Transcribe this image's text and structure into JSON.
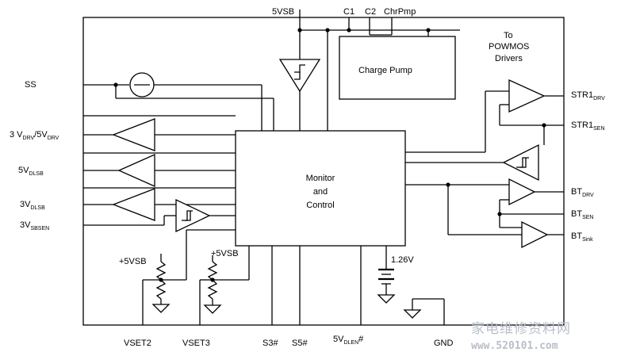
{
  "left_labels": {
    "ss": "SS",
    "v3": "3 V",
    "v3_sub": "DRV",
    "v3_sep": "/5V",
    "v3_sub2": "DRV",
    "v5dlsb": "5V",
    "v5dlsb_sub": "DLSB",
    "v3dlsb": "3V",
    "v3dlsb_sub": "DLSB",
    "v3sbsen": "3V",
    "v3sbsen_sub": "SBSEN"
  },
  "top_labels": {
    "vsb": "5VSB",
    "c1": "C1",
    "c2": "C2",
    "chrpmp": "ChrPmp"
  },
  "right_labels": {
    "to": "To",
    "powmos": "POWMOS",
    "drivers": "Drivers",
    "str1drv": "STR1",
    "str1drv_sub": "DRV",
    "str1sen": "STR1",
    "str1sen_sub": "SEN",
    "btdrv": "BT",
    "btdrv_sub": "DRV",
    "btsen": "BT",
    "btsen_sub": "SEN",
    "btsink": "BT",
    "btsink_sub": "Sink"
  },
  "blocks": {
    "charge_pump": "Charge Pump",
    "monitor_1": "Monitor",
    "monitor_2": "and",
    "monitor_3": "Control"
  },
  "inner_labels": {
    "vsb_a": "+5VSB",
    "vsb_b": "+5VSB",
    "ref": "1.26V"
  },
  "bottom_labels": {
    "vset2": "VSET2",
    "vset3": "VSET3",
    "s3": "S3#",
    "s5": "S5#",
    "v5dlen": "5V",
    "v5dlen_sub": "DLEN",
    "v5dlen_hash": "#",
    "gnd": "GND"
  },
  "watermark": {
    "cn": "家电维修资料网",
    "url": "www.520101.com"
  }
}
